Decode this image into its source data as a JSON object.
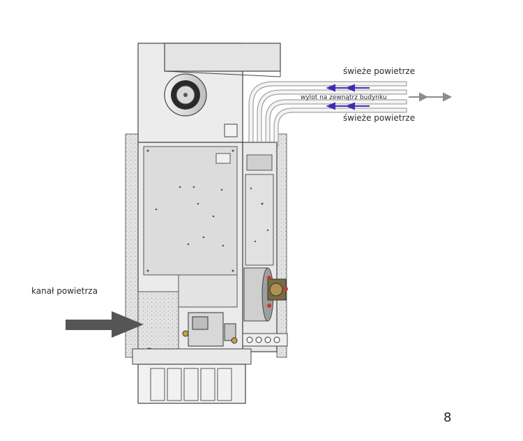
{
  "labels": {
    "fresh_air_top": "świeże powietrze",
    "exhaust_outlet": "wylot na zewnątrz budynku",
    "fresh_air_bottom": "świeże powietrze",
    "air_duct": "kanał powietrza"
  },
  "page_number": "8",
  "colors": {
    "arrow_blue": "#3b2fb0",
    "arrow_grey": "#8c8c8c",
    "duct_arrow": "#555555",
    "panel": "#e6e6e6",
    "panel_dark": "#cfcfcf",
    "burner_red": "#c23b2b"
  }
}
